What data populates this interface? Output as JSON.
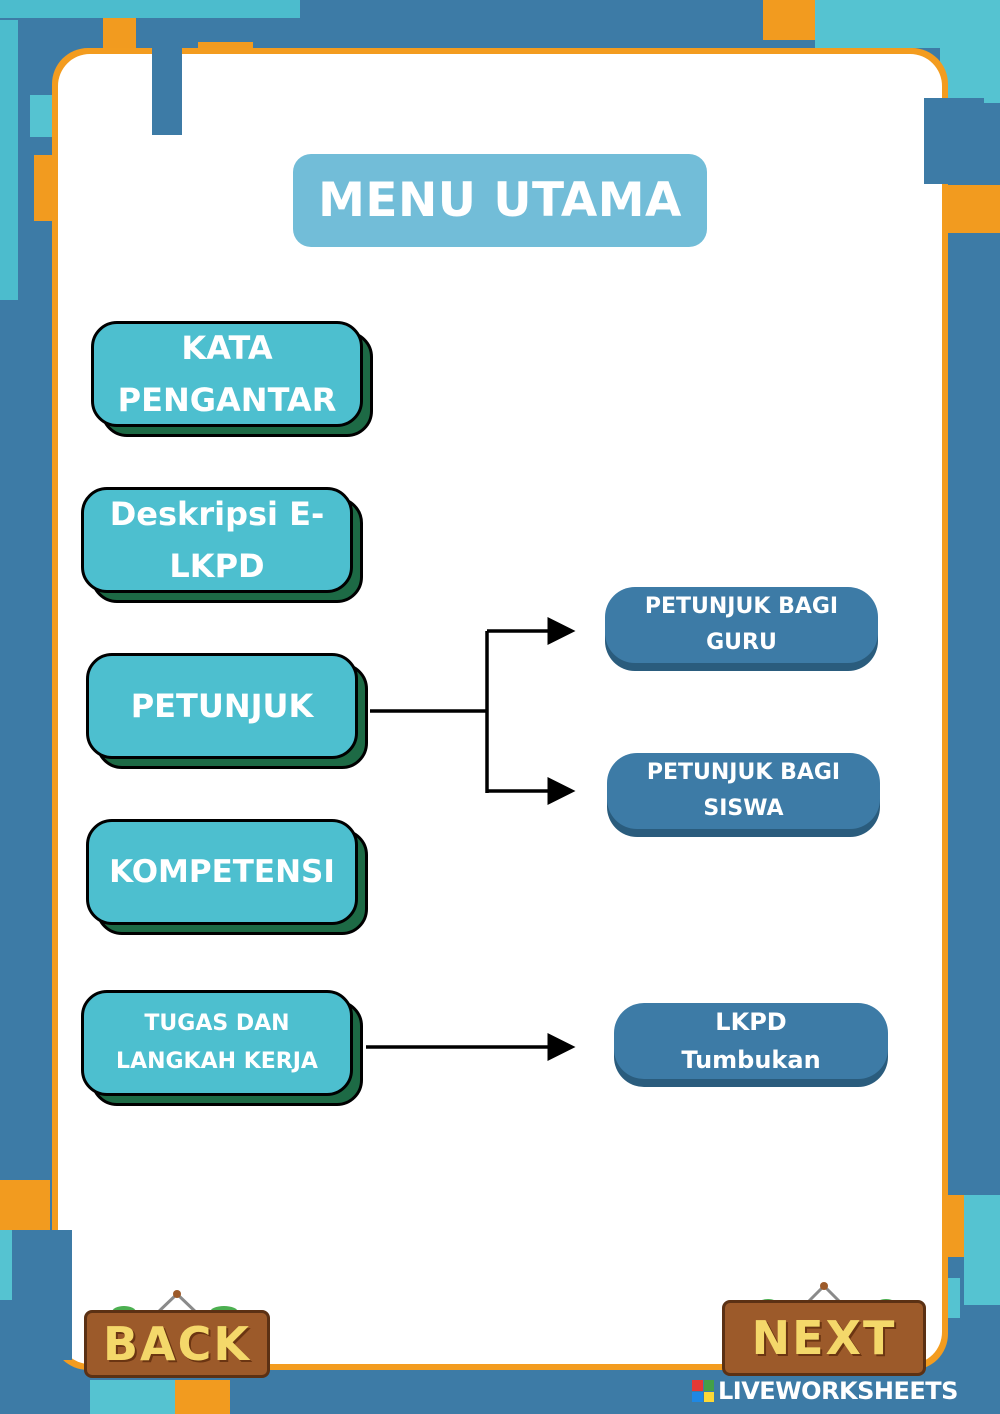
{
  "title": "MENU UTAMA",
  "menu": [
    {
      "label": "KATA\nPENGANTAR"
    },
    {
      "label": "Deskripsi E-\nLKPD"
    },
    {
      "label": "PETUNJUK"
    },
    {
      "label": "KOMPETENSI"
    },
    {
      "label": "TUGAS DAN\nLANGKAH KERJA"
    }
  ],
  "submenu": {
    "petunjuk_guru": "PETUNJUK BAGI\nGURU",
    "petunjuk_siswa": "PETUNJUK BAGI\nSISWA",
    "lkpd": "LKPD\nTumbukan"
  },
  "nav": {
    "back": "BACK",
    "next": "NEXT"
  },
  "branding": {
    "logo_text": "LIVEWORKSHEETS"
  },
  "colors": {
    "frame_blue": "#3d7ba6",
    "accent_orange": "#f29b1f",
    "button_teal": "#4dbfcf",
    "button_shadow_green": "#1d6a45",
    "title_blue": "#72bdd8"
  }
}
